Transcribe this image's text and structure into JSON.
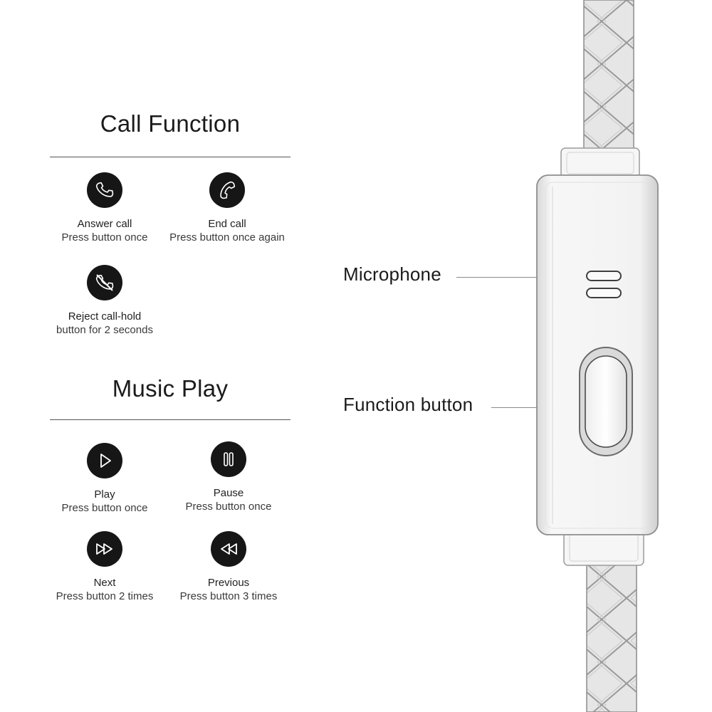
{
  "call_section": {
    "title": "Call Function",
    "items": [
      {
        "icon": "phone-answer-icon",
        "name": "Answer call",
        "desc": "Press button once"
      },
      {
        "icon": "phone-end-icon",
        "name": "End call",
        "desc": "Press button once again"
      },
      {
        "icon": "phone-reject-icon",
        "name": "Reject call-hold",
        "desc": "button for 2 seconds"
      }
    ]
  },
  "music_section": {
    "title": "Music Play",
    "items": [
      {
        "icon": "play-icon",
        "name": "Play",
        "desc": "Press button once"
      },
      {
        "icon": "pause-icon",
        "name": "Pause",
        "desc": "Press button once"
      },
      {
        "icon": "next-icon",
        "name": "Next",
        "desc": "Press button 2 times"
      },
      {
        "icon": "previous-icon",
        "name": "Previous",
        "desc": "Press button 3 times"
      }
    ]
  },
  "callouts": {
    "microphone": "Microphone",
    "function_button": "Function button"
  },
  "colors": {
    "icon_bg": "#161616",
    "text": "#1b1b1b",
    "cable": "#e4e4e4",
    "remote_body": "#f4f4f4"
  }
}
